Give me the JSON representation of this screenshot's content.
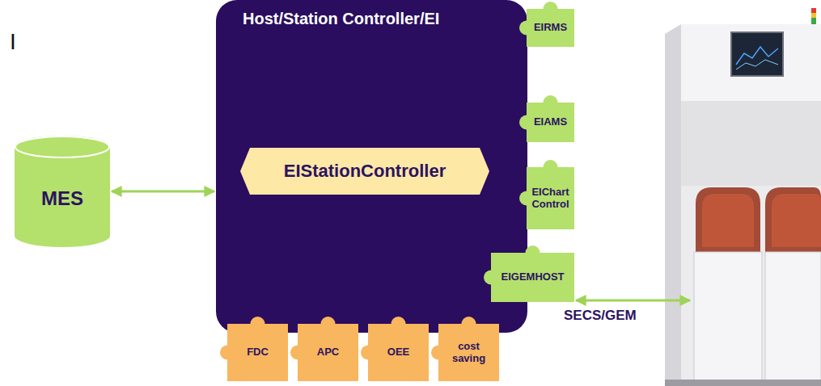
{
  "diagram": {
    "nodes": [
      {
        "text": [
          "Host/Station Controller/EI"
        ]
      },
      {
        "text": [
          "EIStationController"
        ],
        "in": 0
      },
      {
        "text": [
          "EIRMS"
        ]
      },
      {
        "text": [
          "EIAMS"
        ]
      },
      {
        "text": [
          "EIChart Control"
        ]
      },
      {
        "text": [
          "EIGEMHOST"
        ],
        "in": 0
      },
      {
        "text": [
          "MES"
        ]
      },
      {
        "text": [
          "FDC"
        ]
      },
      {
        "text": [
          "APC"
        ]
      },
      {
        "text": [
          "OEE"
        ]
      },
      {
        "text": [
          "cost saving"
        ]
      }
    ],
    "edges": [
      {
        "from": 6,
        "to": 0,
        "arrow": "both"
      }
    ],
    "labels": [
      "I",
      "SECS/GEM"
    ]
  }
}
